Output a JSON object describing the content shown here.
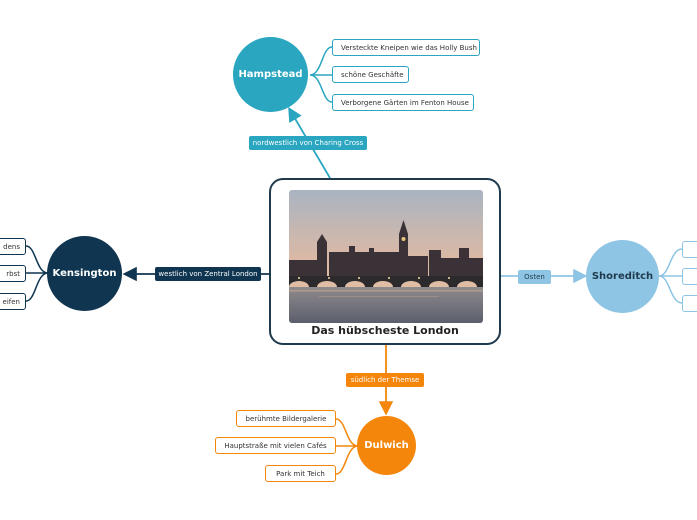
{
  "central": {
    "title": "Das hübscheste London",
    "image": "london-skyline-photo"
  },
  "colors": {
    "hampstead": "#2aa6c0",
    "kensington": "#0f3550",
    "shoreditch": "#8ec5e4",
    "dulwich": "#f3860b",
    "central_border": "#1f3a4d"
  },
  "branches": {
    "hampstead": {
      "label": "Hampstead",
      "connector": "nordwestlich von Charing Cross",
      "items": [
        "Versteckte Kneipen wie das Holly Bush",
        "schöne Geschäfte",
        "Verborgene Gärten im Fenton House"
      ]
    },
    "kensington": {
      "label": "Kensington",
      "connector": "westlich von Zentral London",
      "items": [
        "dens",
        "rbst",
        "eifen"
      ]
    },
    "shoreditch": {
      "label": "Shoreditch",
      "connector": "Osten",
      "items": [
        "",
        "",
        ""
      ]
    },
    "dulwich": {
      "label": "Dulwich",
      "connector": "südlich der Themse",
      "items": [
        "berühmte Bildergalerie",
        "Hauptstraße mit vielen Cafés",
        "Park mit Teich"
      ]
    }
  }
}
